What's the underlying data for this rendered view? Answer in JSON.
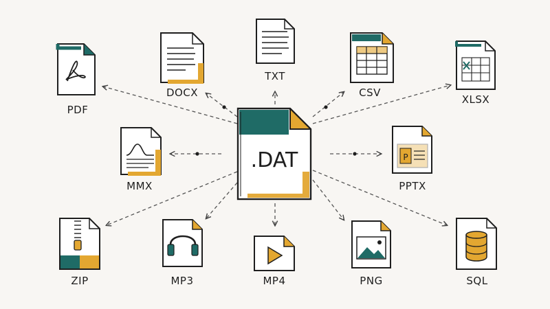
{
  "center": {
    "label": ".DAT"
  },
  "formats": [
    {
      "id": "pdf",
      "label": "PDF",
      "icon": "pdf-icon"
    },
    {
      "id": "docx",
      "label": "DOCX",
      "icon": "document-lines-icon"
    },
    {
      "id": "txt",
      "label": "TXT",
      "icon": "text-lines-icon"
    },
    {
      "id": "csv",
      "label": "CSV",
      "icon": "table-grid-icon"
    },
    {
      "id": "xlsx",
      "label": "XLSX",
      "icon": "spreadsheet-x-icon"
    },
    {
      "id": "mmx",
      "label": "MMX",
      "icon": "waveform-icon"
    },
    {
      "id": "pptx",
      "label": "PPTX",
      "icon": "presentation-p-icon"
    },
    {
      "id": "zip",
      "label": "ZIP",
      "icon": "zipper-icon"
    },
    {
      "id": "mp3",
      "label": "MP3",
      "icon": "headphones-icon"
    },
    {
      "id": "mp4",
      "label": "MP4",
      "icon": "play-icon"
    },
    {
      "id": "png",
      "label": "PNG",
      "icon": "image-icon"
    },
    {
      "id": "sql",
      "label": "SQL",
      "icon": "database-icon"
    }
  ],
  "colors": {
    "ink": "#1e1e1e",
    "teal": "#1f6b66",
    "gold": "#e3a731",
    "paper": "#ffffff",
    "arrow": "#555555"
  }
}
